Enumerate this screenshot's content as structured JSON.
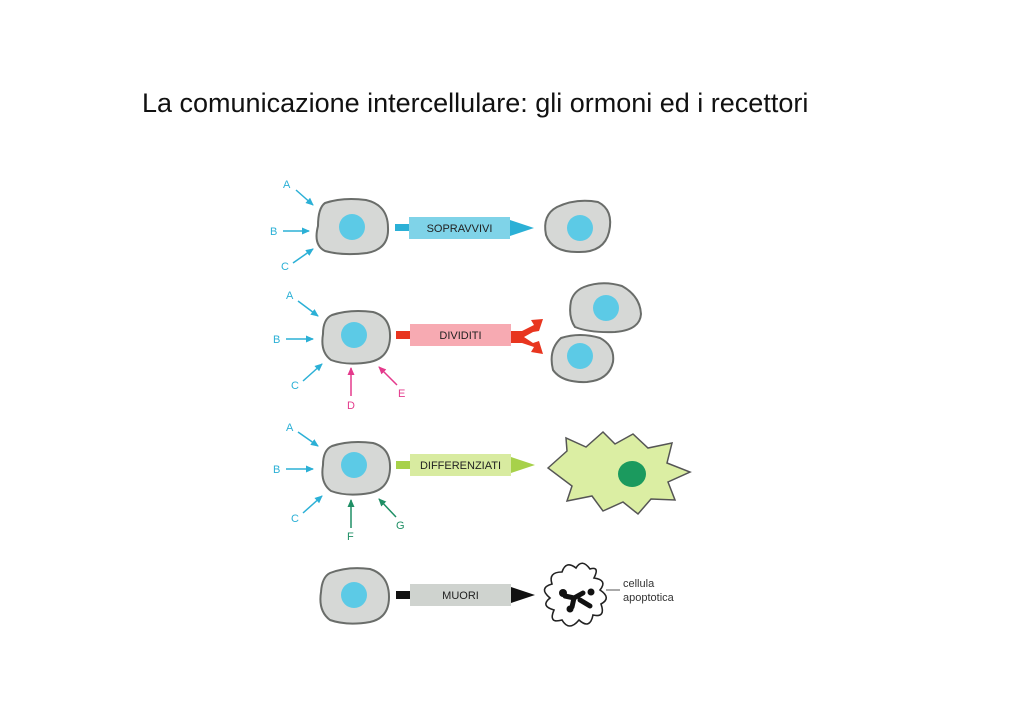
{
  "title": "La comunicazione intercellulare: gli ormoni ed i recettori",
  "colors": {
    "signal_blue": "#2bb0d6",
    "signal_magenta": "#e43a8c",
    "signal_green": "#1f8f65",
    "cell_fill": "#d6d8d6",
    "nucleus": "#5ccae6",
    "survive_box": "#7fd3e8",
    "divide_box": "#f7aab2",
    "divide_arrow": "#e8351f",
    "differentiate_box": "#d8eba0",
    "differentiate_arrow": "#a7d14a",
    "differentiated_cell": "#dbeea3",
    "differentiated_nucleus": "#1b9a5e",
    "die_box": "#cfd3cf"
  },
  "rows": [
    {
      "action": "SOPRAVVIVI",
      "signals": [
        {
          "label": "A",
          "color": "signal_blue"
        },
        {
          "label": "B",
          "color": "signal_blue"
        },
        {
          "label": "C",
          "color": "signal_blue"
        }
      ]
    },
    {
      "action": "DIVIDITI",
      "signals": [
        {
          "label": "A",
          "color": "signal_blue"
        },
        {
          "label": "B",
          "color": "signal_blue"
        },
        {
          "label": "C",
          "color": "signal_blue"
        },
        {
          "label": "D",
          "color": "signal_magenta"
        },
        {
          "label": "E",
          "color": "signal_magenta"
        }
      ]
    },
    {
      "action": "DIFFERENZIATI",
      "signals": [
        {
          "label": "A",
          "color": "signal_blue"
        },
        {
          "label": "B",
          "color": "signal_blue"
        },
        {
          "label": "C",
          "color": "signal_blue"
        },
        {
          "label": "F",
          "color": "signal_green"
        },
        {
          "label": "G",
          "color": "signal_green"
        }
      ]
    },
    {
      "action": "MUORI",
      "signals": [],
      "result_note": [
        "cellula",
        "apoptotica"
      ]
    }
  ]
}
